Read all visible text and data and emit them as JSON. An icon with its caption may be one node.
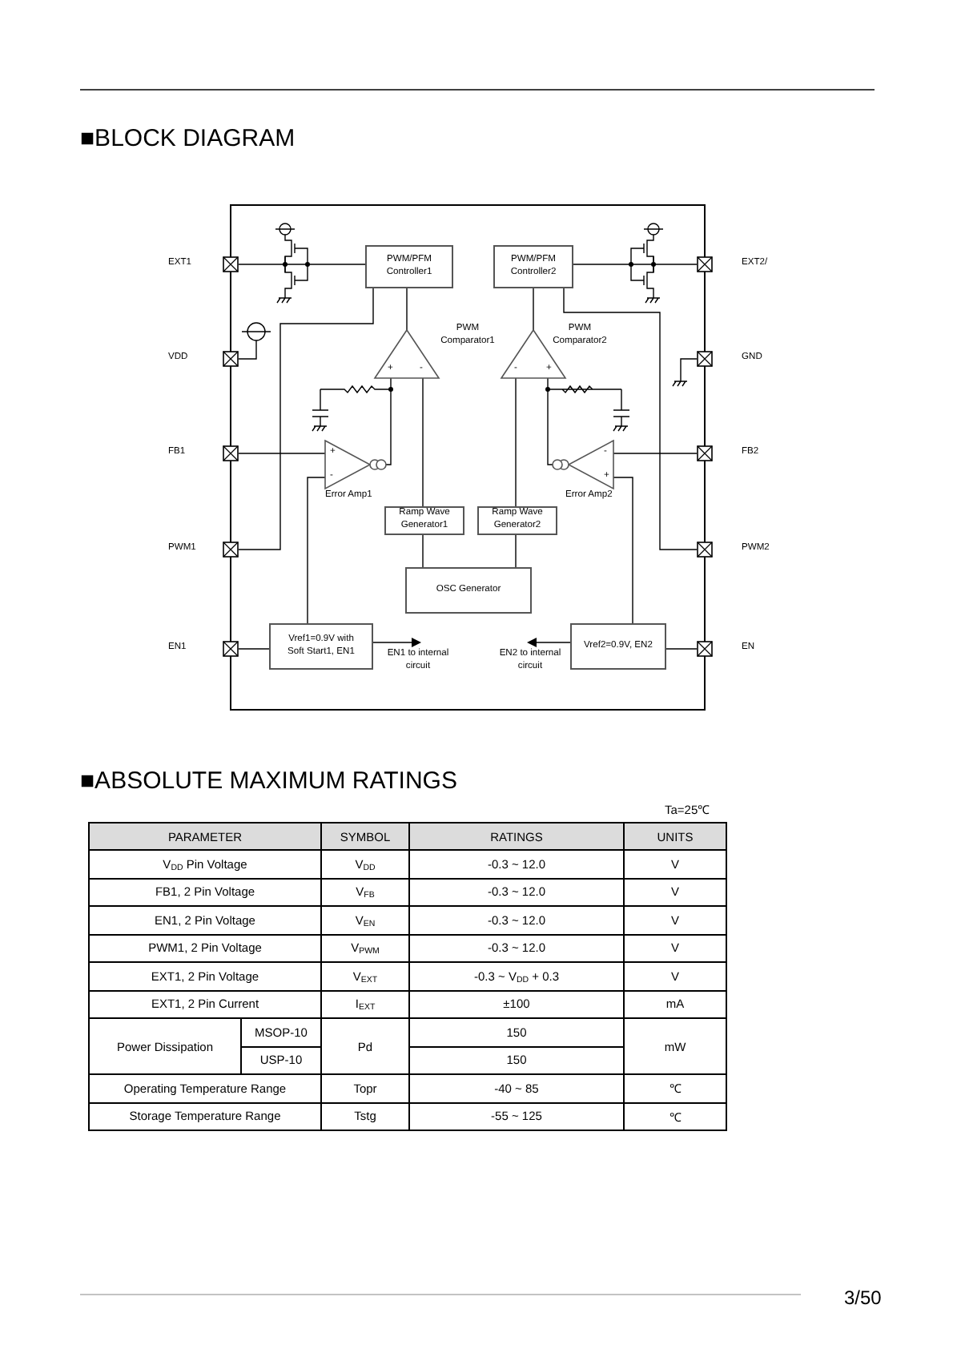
{
  "diagram": {
    "nodes": [
      {
        "text": [
          "EXT1"
        ]
      },
      {
        "text": [
          "VDD"
        ]
      },
      {
        "text": [
          "FB1"
        ]
      },
      {
        "text": [
          "PWM1"
        ]
      },
      {
        "text": [
          "EN1"
        ]
      },
      {
        "text": [
          "EXT2/"
        ]
      },
      {
        "text": [
          "GND"
        ]
      },
      {
        "text": [
          "FB2"
        ]
      },
      {
        "text": [
          "PWM2"
        ]
      },
      {
        "text": [
          "EN"
        ]
      },
      {
        "text": [
          "PWM/PFM Controller1"
        ]
      },
      {
        "text": [
          "PWM/PFM Controller2"
        ]
      },
      {
        "text": [
          "+",
          "-"
        ],
        "beside": [
          "PWM Comparator1"
        ]
      },
      {
        "text": [
          "-",
          "+"
        ],
        "beside": [
          "PWM Comparator2"
        ]
      },
      {
        "text": [
          "+",
          "-"
        ],
        "beside": [
          "Error Amp1"
        ]
      },
      {
        "text": [
          "-",
          "+"
        ],
        "beside": [
          "Error Amp2"
        ]
      },
      {
        "text": [
          "Ramp Wave Generator1"
        ]
      },
      {
        "text": [
          "Ramp Wave Generator2"
        ]
      },
      {
        "text": [
          "OSC Generator"
        ]
      },
      {
        "text": [
          "Vref1=0.9V with Soft Start1, EN1"
        ]
      },
      {
        "text": [
          "Vref2=0.9V, EN2"
        ]
      },
      {
        "text": [
          "EN1 to internal circuit"
        ]
      },
      {
        "text": [
          "EN2 to internal circuit"
        ]
      }
    ],
    "edges": [
      {
        "from": 0,
        "to": 10,
        "arrow": "none"
      },
      {
        "from": 5,
        "to": 11,
        "arrow": "none"
      },
      {
        "from": 10,
        "to": 3,
        "arrow": "none"
      },
      {
        "from": 11,
        "to": 8,
        "arrow": "none"
      },
      {
        "from": 12,
        "to": 10,
        "arrow": "none"
      },
      {
        "from": 13,
        "to": 11,
        "arrow": "none"
      },
      {
        "from": 14,
        "to": 12,
        "arrow": "none"
      },
      {
        "from": 16,
        "to": 12,
        "arrow": "none"
      },
      {
        "from": 15,
        "to": 13,
        "arrow": "none"
      },
      {
        "from": 17,
        "to": 13,
        "arrow": "none"
      },
      {
        "from": 2,
        "to": 14,
        "arrow": "none"
      },
      {
        "from": 19,
        "to": 14,
        "arrow": "none"
      },
      {
        "from": 7,
        "to": 15,
        "arrow": "none"
      },
      {
        "from": 20,
        "to": 15,
        "arrow": "none"
      },
      {
        "from": 16,
        "to": 18,
        "arrow": "none"
      },
      {
        "from": 17,
        "to": 18,
        "arrow": "none"
      },
      {
        "from": 4,
        "to": 19,
        "arrow": "none"
      },
      {
        "from": 9,
        "to": 20,
        "arrow": "none"
      },
      {
        "from": 19,
        "to": 21,
        "arrow": "to"
      },
      {
        "from": 20,
        "to": 22,
        "arrow": "to"
      }
    ],
    "labels": [
      "■BLOCK DIAGRAM",
      "■ABSOLUTE MAXIMUM RATINGS",
      "Ta=25℃",
      "PARAMETER",
      "SYMBOL",
      "RATINGS",
      "UNITS",
      "V$_{DD}$ Pin Voltage",
      "V$_{DD}$",
      "-0.3 ~ 12.0",
      "V",
      "FB1, 2 Pin Voltage",
      "V$_{FB}$",
      "-0.3 ~ 12.0",
      "V",
      "EN1, 2 Pin Voltage",
      "V$_{EN}$",
      "-0.3 ~ 12.0",
      "V",
      "PWM1, 2 Pin Voltage",
      "V$_{PWM}$",
      "-0.3 ~ 12.0",
      "V",
      "EXT1, 2 Pin Voltage",
      "V$_{EXT}$",
      "-0.3 ~ V$_{DD}$ + 0.3",
      "V",
      "EXT1, 2 Pin Current",
      "I$_{EXT}$",
      "±100",
      "mA",
      "Power Dissipation",
      "MSOP-10",
      "Pd",
      "150",
      "mW",
      "USP-10",
      "150",
      "Operating Temperature Range",
      "Topr",
      "-40 ~ 85",
      "℃",
      "Storage Temperature Range",
      "Tstg",
      "-55 ~ 125",
      "℃",
      "3/50"
    ]
  }
}
